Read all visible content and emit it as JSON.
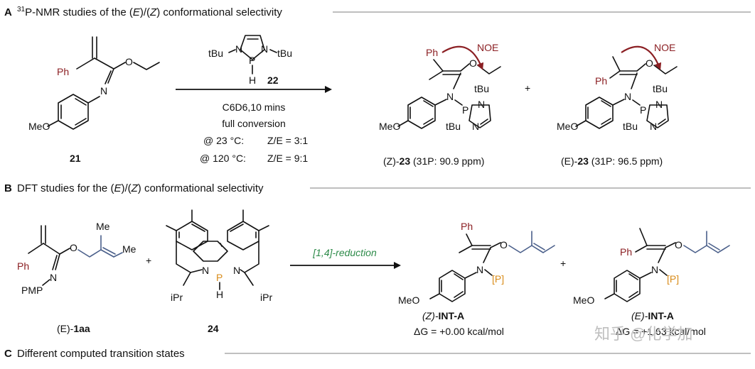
{
  "sections": {
    "A": {
      "letter": "A",
      "title_parts": [
        "31",
        "P-NMR studies of the (",
        "E",
        ")/(",
        "Z",
        ") conformational selectivity"
      ]
    },
    "B": {
      "letter": "B",
      "title_parts": [
        "DFT studies for the (",
        "E",
        ")/(",
        "Z",
        ") conformational selectivity"
      ]
    },
    "C": {
      "letter": "C",
      "title": "Different computed transition states"
    }
  },
  "panelA": {
    "reagent_number": "22",
    "substrate_number": "21",
    "tBu": "tBu",
    "conditions": {
      "solvent": "C6D6,10 mins",
      "conversion": "full conversion",
      "cond1_temp": "@ 23 °C:",
      "cond1_ratio": "Z/E = 3:1",
      "cond2_temp": "@ 120 °C:",
      "cond2_ratio": "Z/E = 9:1"
    },
    "plus": "+",
    "noe": "NOE",
    "productZ": {
      "prefix": "(Z)-",
      "number": "23",
      "shift": " (31P: 90.9 ppm)"
    },
    "productE": {
      "prefix": "(E)-",
      "number": "23",
      "shift": " (31P: 96.5 ppm)"
    }
  },
  "panelB": {
    "substrate": {
      "prefix": "(E)-",
      "number": "1aa"
    },
    "catalyst_number": "24",
    "reaction_label": "[1,4]-reduction",
    "plus": "+",
    "productZ": {
      "prefix": "(Z)-",
      "name": "INT-A",
      "energy": "ΔG = +0.00 kcal/mol"
    },
    "productE": {
      "prefix": "(E)-",
      "name": "INT-A",
      "energy": "ΔG = +1.63 kcal/mol"
    },
    "bracketP": "[P]",
    "pmp": "PMP",
    "me": "Me",
    "ipr": "iPr"
  },
  "atoms": {
    "Ph": "Ph",
    "O": "O",
    "N": "N",
    "P": "P",
    "H": "H",
    "MeO": "MeO"
  },
  "watermark": "知乎 @化学加",
  "colors": {
    "phenyl_red": "#8b1f23",
    "allyl_blue": "#4a5f8a",
    "phosphorus_orange": "#d98c1a",
    "reaction_green": "#2e8b4a"
  }
}
